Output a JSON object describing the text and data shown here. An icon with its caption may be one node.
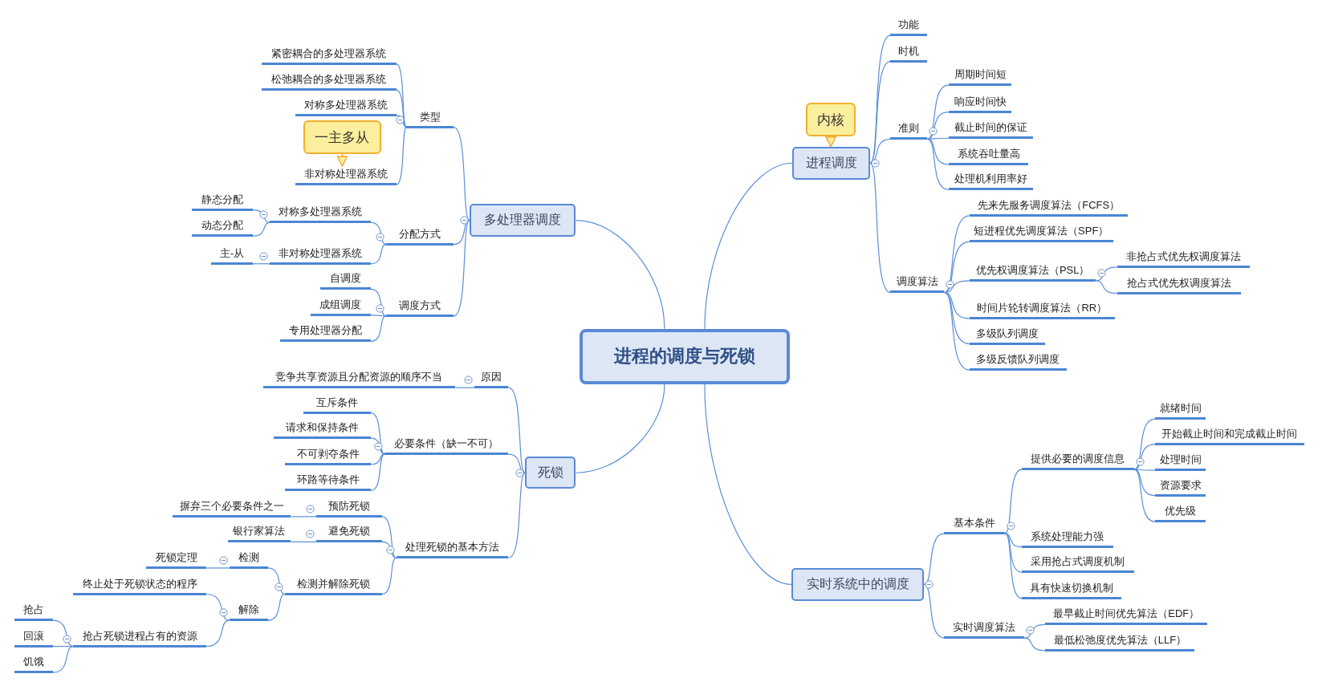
{
  "diagram": {
    "nodes": [
      {
        "text": [
          "进程的调度与死锁"
        ]
      },
      {
        "text": [
          "多处理器调度"
        ]
      },
      {
        "text": [
          "类型"
        ]
      },
      {
        "text": [
          "紧密耦合的多处理器系统"
        ]
      },
      {
        "text": [
          "松弛耦合的多处理器系统"
        ]
      },
      {
        "text": [
          "对称多处理器系统"
        ]
      },
      {
        "text": [
          "非对称处理器系统"
        ]
      },
      {
        "text": [
          "一主多从"
        ]
      },
      {
        "text": [
          "分配方式"
        ]
      },
      {
        "text": [
          "对称多处理器系统"
        ]
      },
      {
        "text": [
          "静态分配"
        ]
      },
      {
        "text": [
          "动态分配"
        ]
      },
      {
        "text": [
          "非对称处理器系统"
        ]
      },
      {
        "text": [
          "主-从"
        ]
      },
      {
        "text": [
          "调度方式"
        ]
      },
      {
        "text": [
          "自调度"
        ]
      },
      {
        "text": [
          "成组调度"
        ]
      },
      {
        "text": [
          "专用处理器分配"
        ]
      },
      {
        "text": [
          "死锁"
        ]
      },
      {
        "text": [
          "原因"
        ]
      },
      {
        "text": [
          "竞争共享资源且分配资源的顺序不当"
        ]
      },
      {
        "text": [
          "必要条件（缺一不可）"
        ]
      },
      {
        "text": [
          "互斥条件"
        ]
      },
      {
        "text": [
          "请求和保持条件"
        ]
      },
      {
        "text": [
          "不可剥夺条件"
        ]
      },
      {
        "text": [
          "环路等待条件"
        ]
      },
      {
        "text": [
          "处理死锁的基本方法"
        ]
      },
      {
        "text": [
          "预防死锁"
        ]
      },
      {
        "text": [
          "摒弃三个必要条件之一"
        ]
      },
      {
        "text": [
          "避免死锁"
        ]
      },
      {
        "text": [
          "银行家算法"
        ]
      },
      {
        "text": [
          "检测并解除死锁"
        ]
      },
      {
        "text": [
          "检测"
        ]
      },
      {
        "text": [
          "死锁定理"
        ]
      },
      {
        "text": [
          "解除"
        ]
      },
      {
        "text": [
          "终止处于死锁状态的程序"
        ]
      },
      {
        "text": [
          "抢占死锁进程占有的资源"
        ]
      },
      {
        "text": [
          "抢占"
        ]
      },
      {
        "text": [
          "回滚"
        ]
      },
      {
        "text": [
          "饥饿"
        ]
      },
      {
        "text": [
          "进程调度"
        ]
      },
      {
        "text": [
          "内核"
        ]
      },
      {
        "text": [
          "功能"
        ]
      },
      {
        "text": [
          "时机"
        ]
      },
      {
        "text": [
          "准则"
        ]
      },
      {
        "text": [
          "周期时间短"
        ]
      },
      {
        "text": [
          "响应时间快"
        ]
      },
      {
        "text": [
          "截止时间的保证"
        ]
      },
      {
        "text": [
          "系统吞吐量高"
        ]
      },
      {
        "text": [
          "处理机利用率好"
        ]
      },
      {
        "text": [
          "调度算法"
        ]
      },
      {
        "text": [
          "先来先服务调度算法（FCFS）"
        ]
      },
      {
        "text": [
          "短进程优先调度算法（SPF）"
        ]
      },
      {
        "text": [
          "优先权调度算法（PSL）"
        ]
      },
      {
        "text": [
          "非抢占式优先权调度算法"
        ]
      },
      {
        "text": [
          "抢占式优先权调度算法"
        ]
      },
      {
        "text": [
          "时间片轮转调度算法（RR）"
        ]
      },
      {
        "text": [
          "多级队列调度"
        ]
      },
      {
        "text": [
          "多级反馈队列调度"
        ]
      },
      {
        "text": [
          "实时系统中的调度"
        ]
      },
      {
        "text": [
          "基本条件"
        ]
      },
      {
        "text": [
          "提供必要的调度信息"
        ]
      },
      {
        "text": [
          "就绪时间"
        ]
      },
      {
        "text": [
          "开始截止时间和完成截止时间"
        ]
      },
      {
        "text": [
          "处理时间"
        ]
      },
      {
        "text": [
          "资源要求"
        ]
      },
      {
        "text": [
          "优先级"
        ]
      },
      {
        "text": [
          "系统处理能力强"
        ]
      },
      {
        "text": [
          "采用抢占式调度机制"
        ]
      },
      {
        "text": [
          "具有快速切换机制"
        ]
      },
      {
        "text": [
          "实时调度算法"
        ]
      },
      {
        "text": [
          "最早截止时间优先算法（EDF）"
        ]
      },
      {
        "text": [
          "最低松弛度优先算法（LLF）"
        ]
      }
    ],
    "edges": [
      {
        "from": 0,
        "to": 1,
        "arrow": "none"
      },
      {
        "from": 1,
        "to": 2,
        "arrow": "none"
      },
      {
        "from": 2,
        "to": 3,
        "arrow": "none"
      },
      {
        "from": 2,
        "to": 4,
        "arrow": "none"
      },
      {
        "from": 2,
        "to": 5,
        "arrow": "none"
      },
      {
        "from": 2,
        "to": 6,
        "arrow": "none"
      },
      {
        "from": 7,
        "to": 6,
        "arrow": "to",
        "color": "#f0b030"
      },
      {
        "from": 1,
        "to": 8,
        "arrow": "none"
      },
      {
        "from": 8,
        "to": 9,
        "arrow": "none"
      },
      {
        "from": 9,
        "to": 10,
        "arrow": "none"
      },
      {
        "from": 9,
        "to": 11,
        "arrow": "none"
      },
      {
        "from": 8,
        "to": 12,
        "arrow": "none"
      },
      {
        "from": 12,
        "to": 13,
        "arrow": "none"
      },
      {
        "from": 1,
        "to": 14,
        "arrow": "none"
      },
      {
        "from": 14,
        "to": 15,
        "arrow": "none"
      },
      {
        "from": 14,
        "to": 16,
        "arrow": "none"
      },
      {
        "from": 14,
        "to": 17,
        "arrow": "none"
      },
      {
        "from": 0,
        "to": 18,
        "arrow": "none"
      },
      {
        "from": 18,
        "to": 19,
        "arrow": "none"
      },
      {
        "from": 19,
        "to": 20,
        "arrow": "none"
      },
      {
        "from": 18,
        "to": 21,
        "arrow": "none"
      },
      {
        "from": 21,
        "to": 22,
        "arrow": "none"
      },
      {
        "from": 21,
        "to": 23,
        "arrow": "none"
      },
      {
        "from": 21,
        "to": 24,
        "arrow": "none"
      },
      {
        "from": 21,
        "to": 25,
        "arrow": "none"
      },
      {
        "from": 18,
        "to": 26,
        "arrow": "none"
      },
      {
        "from": 26,
        "to": 27,
        "arrow": "none"
      },
      {
        "from": 27,
        "to": 28,
        "arrow": "none"
      },
      {
        "from": 26,
        "to": 29,
        "arrow": "none"
      },
      {
        "from": 29,
        "to": 30,
        "arrow": "none"
      },
      {
        "from": 26,
        "to": 31,
        "arrow": "none"
      },
      {
        "from": 31,
        "to": 32,
        "arrow": "none"
      },
      {
        "from": 32,
        "to": 33,
        "arrow": "none"
      },
      {
        "from": 31,
        "to": 34,
        "arrow": "none"
      },
      {
        "from": 34,
        "to": 35,
        "arrow": "none"
      },
      {
        "from": 34,
        "to": 36,
        "arrow": "none"
      },
      {
        "from": 36,
        "to": 37,
        "arrow": "none"
      },
      {
        "from": 36,
        "to": 38,
        "arrow": "none"
      },
      {
        "from": 36,
        "to": 39,
        "arrow": "none"
      },
      {
        "from": 0,
        "to": 40,
        "arrow": "none"
      },
      {
        "from": 41,
        "to": 40,
        "arrow": "to",
        "color": "#f0b030"
      },
      {
        "from": 40,
        "to": 42,
        "arrow": "none"
      },
      {
        "from": 40,
        "to": 43,
        "arrow": "none"
      },
      {
        "from": 40,
        "to": 44,
        "arrow": "none"
      },
      {
        "from": 44,
        "to": 45,
        "arrow": "none"
      },
      {
        "from": 44,
        "to": 46,
        "arrow": "none"
      },
      {
        "from": 44,
        "to": 47,
        "arrow": "none"
      },
      {
        "from": 44,
        "to": 48,
        "arrow": "none"
      },
      {
        "from": 44,
        "to": 49,
        "arrow": "none"
      },
      {
        "from": 40,
        "to": 50,
        "arrow": "none"
      },
      {
        "from": 50,
        "to": 51,
        "arrow": "none"
      },
      {
        "from": 50,
        "to": 52,
        "arrow": "none"
      },
      {
        "from": 50,
        "to": 53,
        "arrow": "none"
      },
      {
        "from": 53,
        "to": 54,
        "arrow": "none"
      },
      {
        "from": 53,
        "to": 55,
        "arrow": "none"
      },
      {
        "from": 50,
        "to": 56,
        "arrow": "none"
      },
      {
        "from": 50,
        "to": 57,
        "arrow": "none"
      },
      {
        "from": 50,
        "to": 58,
        "arrow": "none"
      },
      {
        "from": 0,
        "to": 59,
        "arrow": "none"
      },
      {
        "from": 59,
        "to": 60,
        "arrow": "none"
      },
      {
        "from": 60,
        "to": 61,
        "arrow": "none"
      },
      {
        "from": 61,
        "to": 62,
        "arrow": "none"
      },
      {
        "from": 61,
        "to": 63,
        "arrow": "none"
      },
      {
        "from": 61,
        "to": 64,
        "arrow": "none"
      },
      {
        "from": 61,
        "to": 65,
        "arrow": "none"
      },
      {
        "from": 61,
        "to": 66,
        "arrow": "none"
      },
      {
        "from": 60,
        "to": 67,
        "arrow": "none"
      },
      {
        "from": 60,
        "to": 68,
        "arrow": "none"
      },
      {
        "from": 60,
        "to": 69,
        "arrow": "none"
      },
      {
        "from": 59,
        "to": 70,
        "arrow": "none"
      },
      {
        "from": 70,
        "to": 71,
        "arrow": "none"
      },
      {
        "from": 70,
        "to": 72,
        "arrow": "none"
      }
    ]
  }
}
